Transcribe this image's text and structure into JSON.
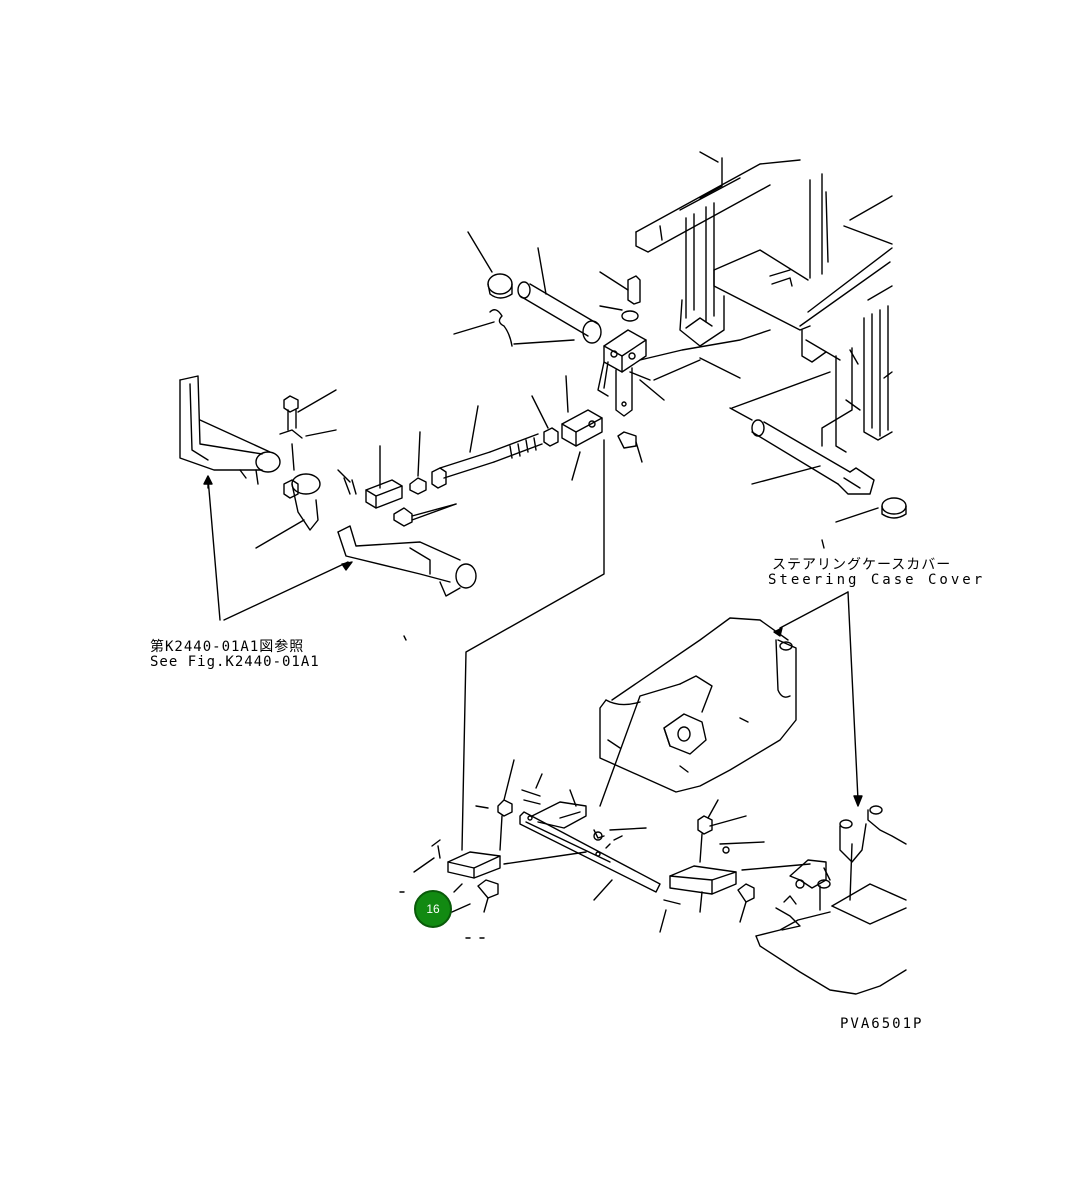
{
  "diagram": {
    "labels": {
      "steering_case_cover_jp": "ステアリングケースカバー",
      "steering_case_cover_en": "Steering Case Cover",
      "see_fig_jp": "第K2440-01A1図参照",
      "see_fig_en": "See Fig.K2440-01A1",
      "drawing_code": "PVA6501P"
    },
    "callout": {
      "number": "16",
      "color": "#128a12"
    }
  }
}
